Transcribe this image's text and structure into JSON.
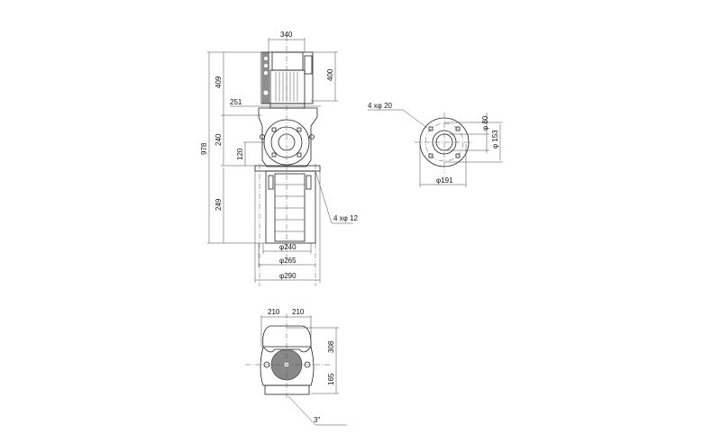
{
  "front_view": {
    "dims": {
      "motor_width": "340",
      "motor_height": "400",
      "top_height": "409",
      "total_height": "978",
      "motor_offset": "251",
      "head_height": "240",
      "inlet_height": "120",
      "base_height": "249",
      "base_holes": "4   xφ 12",
      "dia_240": "φ240",
      "dia_265": "φ265",
      "dia_290": "φ290"
    }
  },
  "flange_view": {
    "dims": {
      "bolt_holes": "4   xφ 20",
      "dia_80": "φ 80",
      "dia_153": "φ 153",
      "dia_191": "φ191"
    }
  },
  "bottom_view": {
    "dims": {
      "half_width_left": "210",
      "half_width_right": "210",
      "upper_height": "308",
      "lower_height": "165",
      "port_size": "3\""
    }
  }
}
